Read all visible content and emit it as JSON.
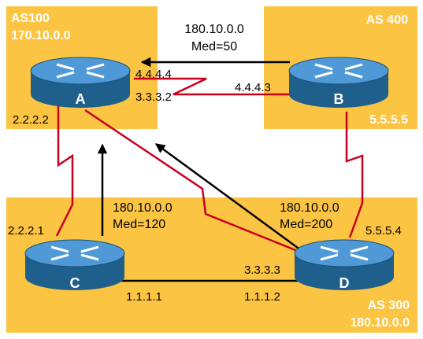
{
  "colors": {
    "as_background": "#fcc443",
    "serial_link": "#c8001e",
    "ethernet_link": "#000000",
    "advert_arrow": "#000000",
    "router_top": "#4f9ad6",
    "router_side": "#1f5f8b",
    "router_arrows": "#ffffff",
    "as_text": "#ffffff",
    "ip_text": "#000000",
    "router_label": "#ffffff"
  },
  "autonomous_systems": {
    "as100": {
      "name": "AS100",
      "network": "170.10.0.0"
    },
    "as400": {
      "name": "AS 400",
      "ip": "5.5.5.5"
    },
    "as300": {
      "name": "AS 300",
      "network": "180.10.0.0"
    }
  },
  "routers": {
    "a": {
      "label": "A",
      "icon": "router-icon"
    },
    "b": {
      "label": "B",
      "icon": "router-icon"
    },
    "c": {
      "label": "C",
      "icon": "router-icon"
    },
    "d": {
      "label": "D",
      "icon": "router-icon"
    }
  },
  "interfaces": {
    "a_to_b": "4.4.4.4",
    "a_to_d": "3.3.3.2",
    "a_to_c": "2.2.2.2",
    "b_to_a": "4.4.4.3",
    "c_to_a": "2.2.2.1",
    "c_to_d": "1.1.1.1",
    "d_to_c": "1.1.1.2",
    "d_to_a": "3.3.3.3",
    "d_to_b": "5.5.5.4"
  },
  "advertisements": {
    "from_b": {
      "network": "180.10.0.0",
      "med": "Med=50"
    },
    "from_c": {
      "network": "180.10.0.0",
      "med": "Med=120"
    },
    "from_d": {
      "network": "180.10.0.0",
      "med": "Med=200"
    }
  }
}
